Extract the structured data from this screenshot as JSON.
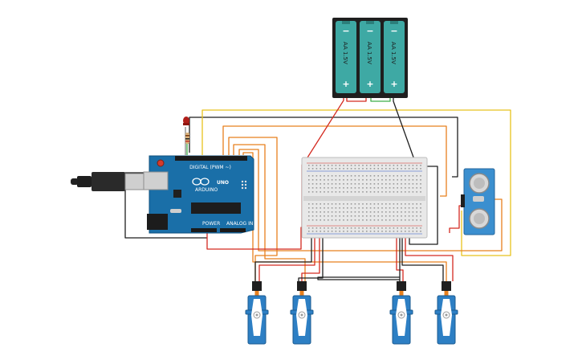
{
  "board": {
    "label": "UNO",
    "sublabel": "ARDUINO",
    "digital_label": "DIGITAL (PWM ~)",
    "power_label": "POWER",
    "analog_label": "ANALOG IN"
  },
  "batteries": [
    {
      "label": "AA 1.5V",
      "minus": "−",
      "plus": "+"
    },
    {
      "label": "AA 1.5V",
      "minus": "−",
      "plus": "+"
    },
    {
      "label": "AA 1.5V",
      "minus": "−",
      "plus": "+"
    }
  ],
  "colors": {
    "red": "#d42a20",
    "black": "#1e1e1e",
    "orange": "#e8801e",
    "yellow": "#e7c21d",
    "board_blue": "#1a6fa8",
    "battery_teal": "#3ea9a4",
    "servo_blue": "#2d7fc4",
    "sensor_blue": "#3b8fcf"
  }
}
